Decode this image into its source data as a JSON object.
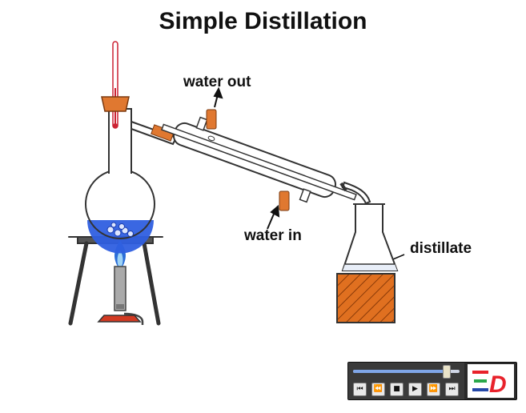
{
  "title": "Simple Distillation",
  "labels": {
    "water_out": "water out",
    "water_in": "water in",
    "distillate": "distillate"
  },
  "colors": {
    "cork": "#e07830",
    "liquid": "#2f5fe0",
    "block": "#e07020",
    "flame_outer": "#2b6ed8",
    "flame_inner": "#9fd3f5",
    "burner_base": "#d23a22",
    "glass_stroke": "#333333",
    "logo_red": "#e8222b",
    "logo_green": "#2aa84a",
    "logo_blue": "#2548a8"
  },
  "player": {
    "progress": 0.88,
    "buttons": [
      {
        "name": "skip-back-button",
        "icon": "skip-back-icon",
        "glyph": "⏮"
      },
      {
        "name": "rewind-button",
        "icon": "rewind-icon",
        "glyph": "⏪"
      },
      {
        "name": "stop-button",
        "icon": "stop-icon",
        "glyph": "■"
      },
      {
        "name": "play-button",
        "icon": "play-icon",
        "glyph": "▶"
      },
      {
        "name": "fast-forward-button",
        "icon": "fast-forward-icon",
        "glyph": "⏩"
      },
      {
        "name": "skip-forward-button",
        "icon": "skip-forward-icon",
        "glyph": "⏭"
      }
    ],
    "logo": "D"
  }
}
